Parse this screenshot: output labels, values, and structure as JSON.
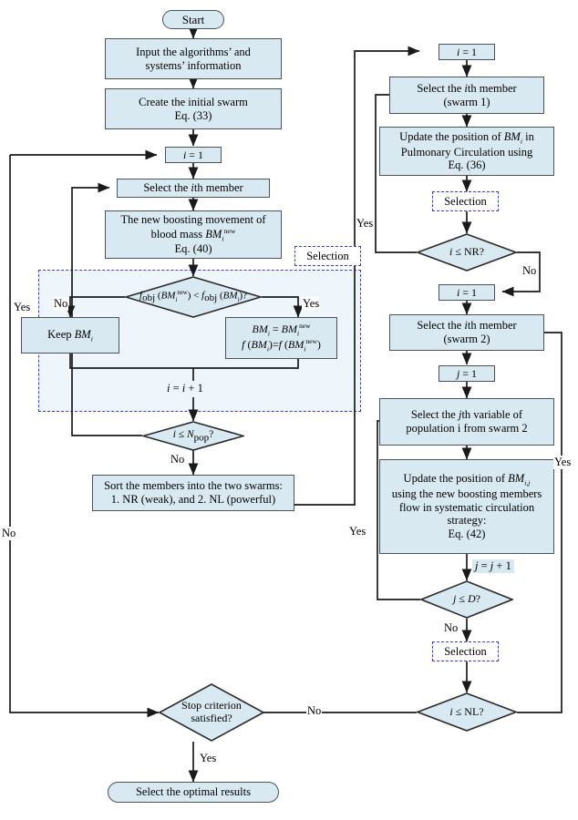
{
  "diagram": {
    "title": "Flowchart of the blood-mass swarm optimization algorithm",
    "colors": {
      "node_fill": "#d8e9f1",
      "node_stroke": "#4a5358",
      "dashed_region_stroke": "#3b3be0",
      "dashed_region_fill": "#eff6fb",
      "line": "#1a1a1a",
      "background": "#ffffff"
    }
  },
  "nodes": {
    "start": "Start",
    "input_info_line1": "Input the algorithms’ and",
    "input_info_line2": "systems’ information",
    "create_swarm_line1": "Create the initial swarm",
    "create_swarm_line2": "Eq. (33)",
    "i_init_left": "i = 1",
    "select_ith_member": "Select the ith member",
    "boost_line1": "The new boosting movement of",
    "boost_line2": "blood mass BMᵢnew",
    "boost_line3": "Eq. (40)",
    "selection_tag_left": "Selection",
    "cmp_decision": "fₒᵇⱼ (BMᵢnew) < fₒᵇⱼ (BMᵢ)?",
    "keep_bm": "Keep BMᵢ",
    "replace_line1": "BMᵢ = BMᵢnew",
    "replace_line2": "f (BMᵢ)= f (BMᵢnew)",
    "i_increment": "i = i + 1",
    "npop_decision": "i ≤ Npop?",
    "sort_line1": "Sort the members into the two swarms:",
    "sort_line2": "1. NR (weak), and 2. NL (powerful)",
    "stop_line1": "Stop criterion",
    "stop_line2": "satisfied?",
    "select_optimal": "Select the optimal results",
    "i_init_right_top": "i = 1",
    "select_swarm1_line1": "Select the ith member",
    "select_swarm1_line2": "(swarm 1)",
    "update_pulm_line1": "Update the position of BMᵢ in",
    "update_pulm_line2": "Pulmonary Circulation using",
    "update_pulm_line3": "Eq. (36)",
    "selection_tag_r1": "Selection",
    "nr_decision": "i ≤ NR?",
    "i_init_right_mid": "i = 1",
    "select_swarm2_line1": "Select the ith member",
    "select_swarm2_line2": "(swarm 2)",
    "j_init": "j = 1",
    "select_jth_line1": "Select the jth variable of",
    "select_jth_line2": "population i from swarm 2",
    "update_sys_line1": "Update the position of BMᵢ,ⱼ",
    "update_sys_line2": "using the new boosting members",
    "update_sys_line3": "flow in systematic circulation",
    "update_sys_line4": "strategy:",
    "update_sys_line5": "Eq. (42)",
    "j_increment": "j = j + 1",
    "d_decision": "j ≤ D?",
    "selection_tag_r2": "Selection",
    "nl_decision": "i ≤ NL?"
  },
  "edge_labels": {
    "cmp_no": "No",
    "cmp_yes": "Yes",
    "npop_no": "No",
    "npop_yes": "Yes",
    "nr_no": "No",
    "nr_yes": "Yes",
    "d_no": "No",
    "d_yes": "Yes",
    "nl_no": "No",
    "nl_yes": "Yes",
    "stop_no": "No",
    "stop_yes": "Yes"
  }
}
